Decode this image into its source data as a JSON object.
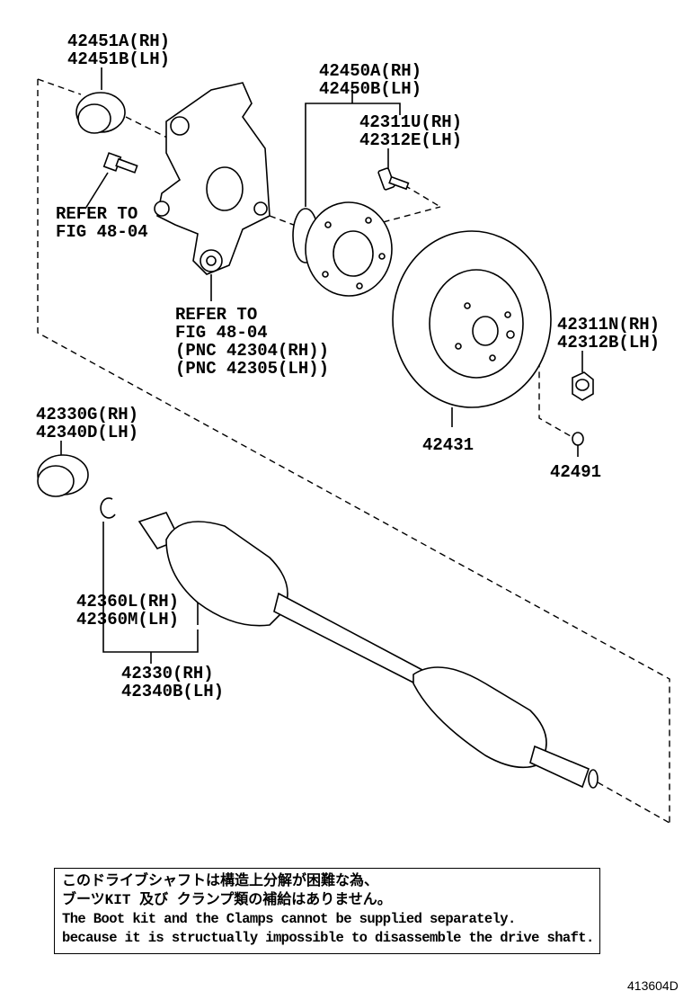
{
  "labels": {
    "bearing": [
      "42451A(RH)",
      "42451B(LH)"
    ],
    "bolt_refer": [
      "REFER TO",
      "FIG 48-04"
    ],
    "hub": [
      "42450A(RH)",
      "42450B(LH)"
    ],
    "hub_bolt": [
      "42311U(RH)",
      "42312E(LH)"
    ],
    "knuckle_refer": [
      "REFER TO",
      "FIG 48-04",
      "(PNC 42304(RH))",
      "(PNC 42305(LH))"
    ],
    "nut": [
      "42311N(RH)",
      "42312B(LH)"
    ],
    "seal": [
      "42330G(RH)",
      "42340D(LH)"
    ],
    "disc": "42431",
    "cap": "42491",
    "snap_ring": [
      "42360L(RH)",
      "42360M(LH)"
    ],
    "shaft": [
      "42330(RH)",
      "42340B(LH)"
    ]
  },
  "note": {
    "jp": [
      "このドライブシャフトは構造上分解が困難な為、",
      "ブーツKIT 及び クランプ類の補給はありません。"
    ],
    "en": [
      "The Boot kit and the Clamps cannot be supplied separately.",
      "because it is structually impossible to disassemble the drive shaft."
    ]
  },
  "figure_id": "413604D"
}
